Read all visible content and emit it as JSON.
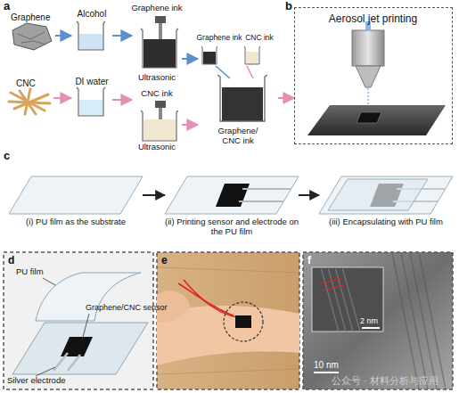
{
  "diagram": {
    "nodes": [
      {
        "text": [
          "Graphene"
        ]
      },
      {
        "text": [
          "Alcohol"
        ]
      },
      {
        "text": [
          "Graphene ink",
          "Ultrasonic"
        ]
      },
      {
        "text": [
          "CNC"
        ]
      },
      {
        "text": [
          "DI water"
        ]
      },
      {
        "text": [
          "CNC ink",
          "Ultrasonic"
        ]
      },
      {
        "text": [
          "Graphene ink",
          "CNC ink",
          "Graphene/ CNC ink"
        ]
      },
      {
        "text": [
          "Aerosol jet printing"
        ]
      },
      {
        "text": [
          "(i) PU film as the substrate"
        ]
      },
      {
        "text": [
          "(ii) Printing sensor and electrode on the PU film"
        ]
      },
      {
        "text": [
          "(iii) Encapsulating with PU film"
        ]
      }
    ],
    "edges": [
      {
        "from": 0,
        "to": 1,
        "arrow": "to"
      },
      {
        "from": 1,
        "to": 2,
        "arrow": "to"
      },
      {
        "from": 3,
        "to": 4,
        "arrow": "to"
      },
      {
        "from": 4,
        "to": 5,
        "arrow": "to"
      },
      {
        "from": 2,
        "to": 6,
        "arrow": "to"
      },
      {
        "from": 5,
        "to": 6,
        "arrow": "to"
      },
      {
        "from": 6,
        "to": 7,
        "arrow": "to"
      },
      {
        "from": 8,
        "to": 9,
        "arrow": "to"
      },
      {
        "from": 9,
        "to": 10,
        "arrow": "to"
      }
    ],
    "labels": [
      "a",
      "b",
      "c",
      "d",
      "e",
      "f",
      "PU film",
      "Graphene/CNC sensor",
      "Silver electrode",
      "2 nm",
      "10 nm",
      "公众号 · 材料分析与应用"
    ]
  }
}
